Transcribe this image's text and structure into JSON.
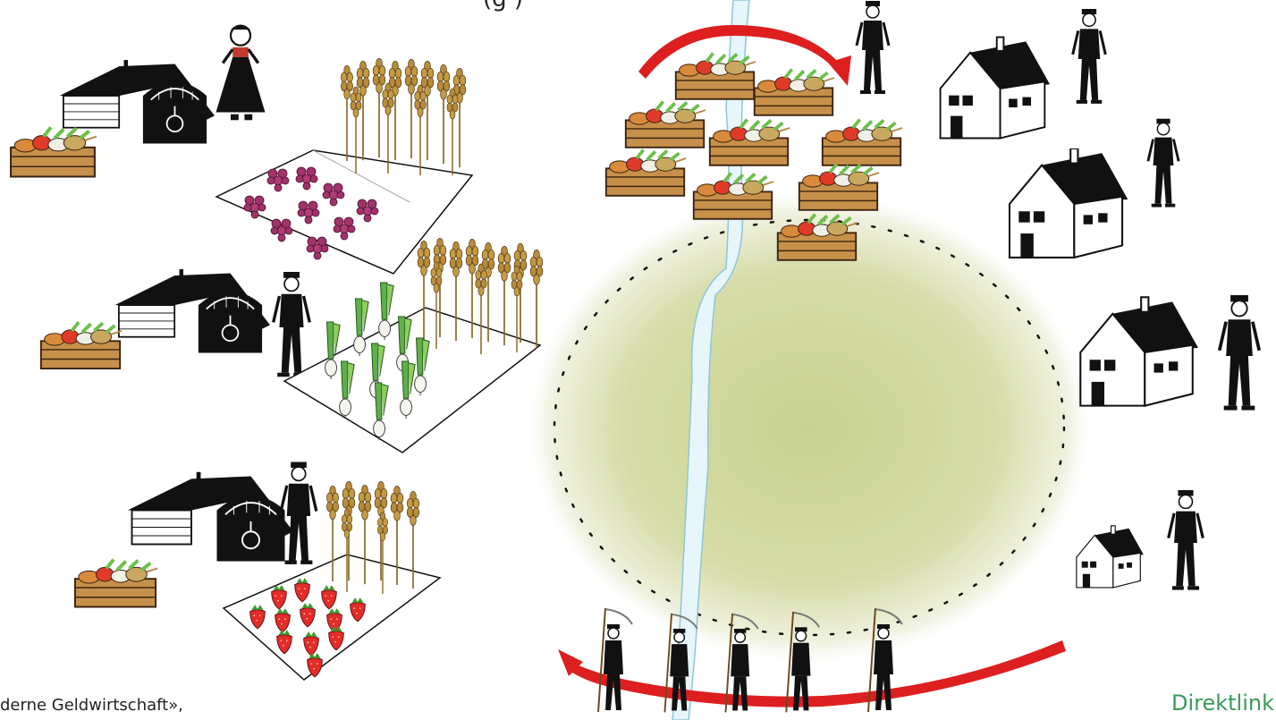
{
  "texts": {
    "caption_left": "derne Geldwirtschaft»,",
    "top_partial": "(g            )",
    "direktlink": "Direktlink"
  },
  "colors": {
    "green_area": "#cfd79a",
    "river": "#e6f6fb",
    "river_edge": "#8fc6d8",
    "red_arrow": "#dd1f1f",
    "link_green": "#3a9a5a",
    "ink": "#111111",
    "crate": "#c6904a"
  },
  "icons": {
    "farmhouse": "farmhouse-icon",
    "house": "house-icon",
    "crate": "vegetable-crate-icon",
    "wheat": "wheat-icon",
    "grapes": "grapes-icon",
    "leek": "leek-icon",
    "strawberry": "strawberry-icon",
    "person": "person-icon",
    "scythe": "scythe-icon"
  }
}
